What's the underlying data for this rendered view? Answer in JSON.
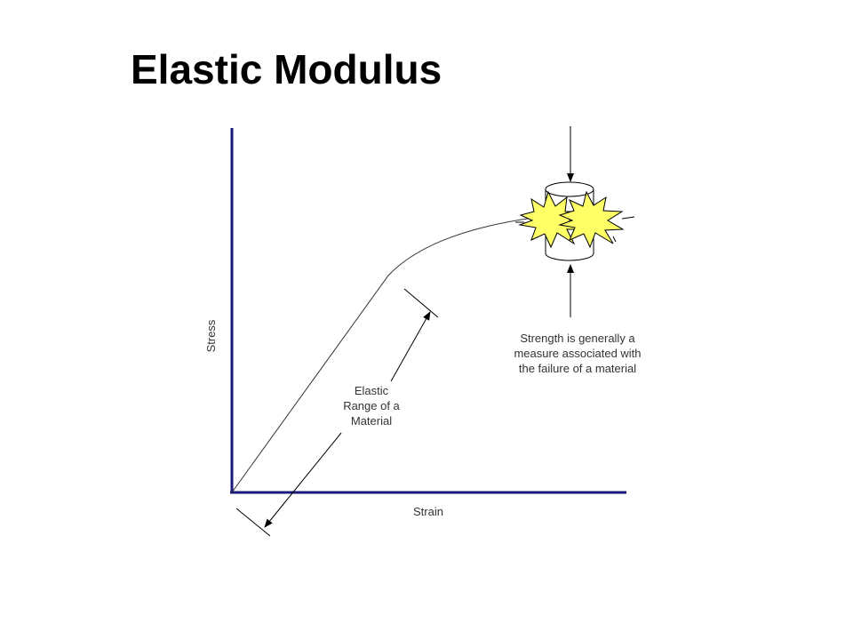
{
  "title": "Elastic Modulus",
  "diagram": {
    "x_axis_label": "Strain",
    "y_axis_label": "Stress",
    "elastic_range_label": [
      "Elastic",
      "Range of a",
      "Material"
    ],
    "strength_note": [
      "Strength is generally a",
      "measure associated with",
      "the failure of a material"
    ],
    "colors": {
      "axis": "#1a1a7a",
      "curve": "#333333",
      "burst_fill": "#ffff66",
      "burst_stroke": "#000000",
      "text": "#333333"
    },
    "icons": [
      "load-arrow-down-icon",
      "load-arrow-up-icon",
      "cylinder-specimen-icon",
      "fracture-burst-icon"
    ]
  }
}
